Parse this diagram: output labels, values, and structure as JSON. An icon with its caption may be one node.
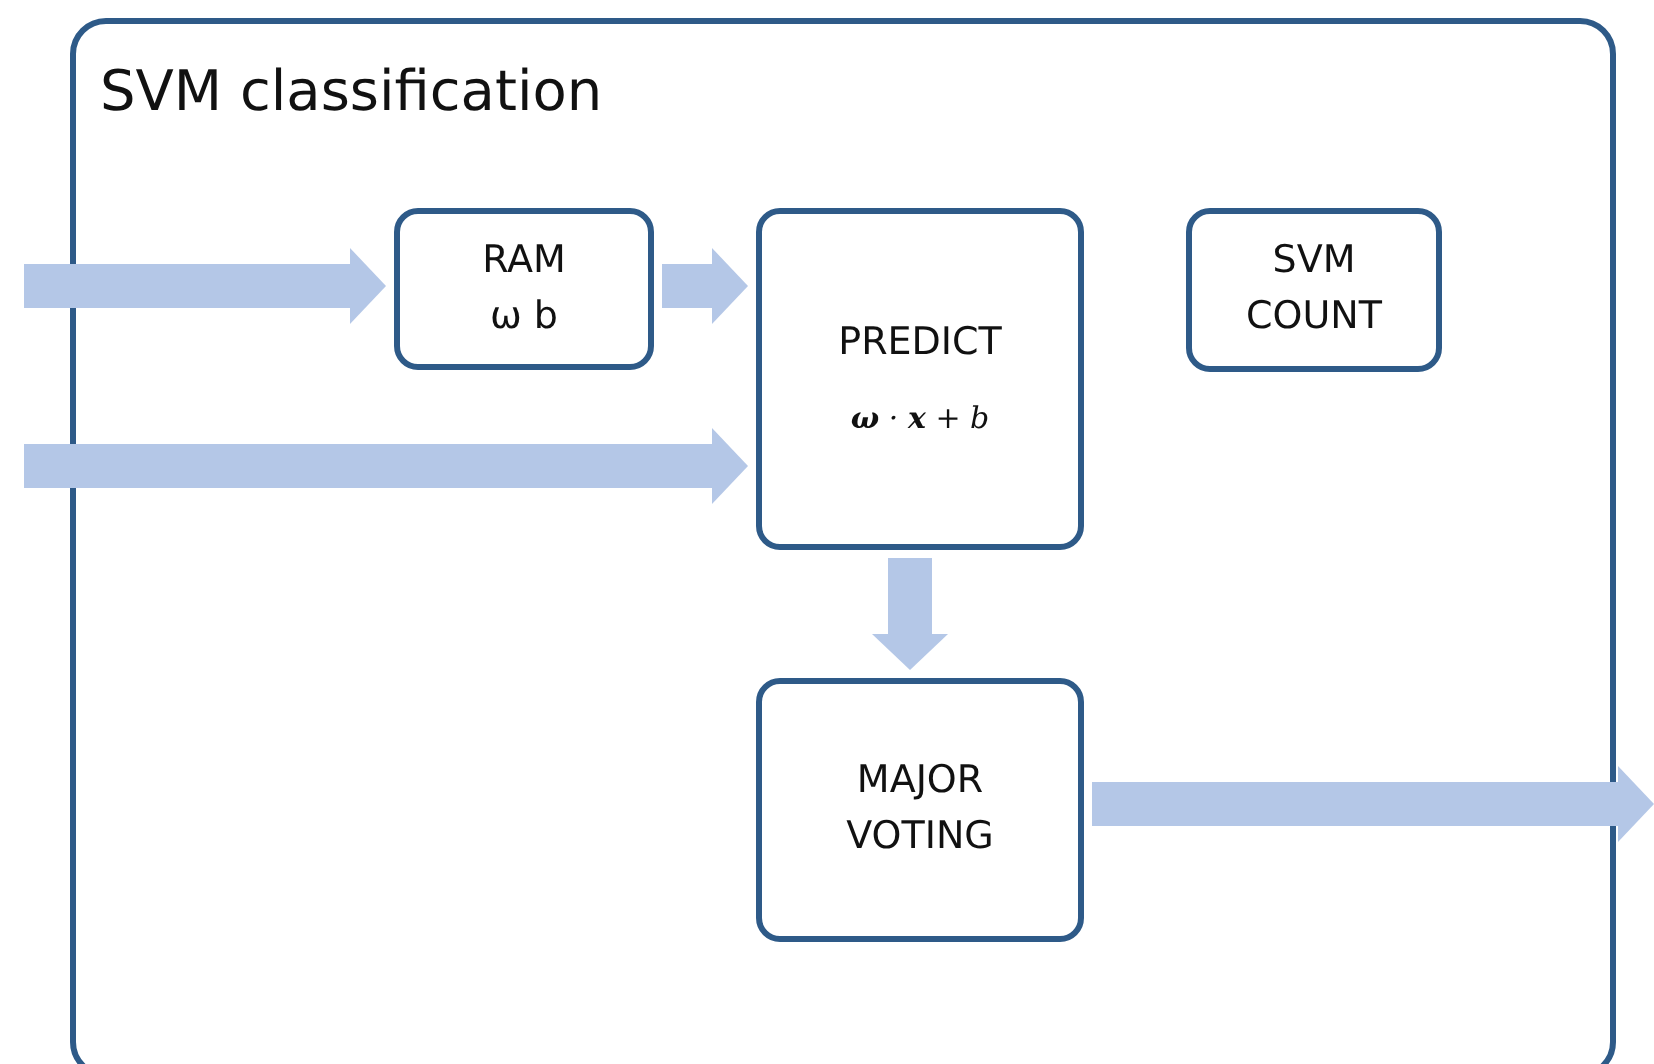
{
  "diagram": {
    "nodes": [
      {
        "text": [
          "SVM classification"
        ]
      },
      {
        "text": [
          "RAM ω b"
        ],
        "in": 0
      },
      {
        "text": [
          "PREDICT",
          "**ω** · **x** + b"
        ],
        "in": 0
      },
      {
        "text": [
          "SVM COUNT"
        ],
        "in": 0
      },
      {
        "text": [
          "MAJOR VOTING"
        ],
        "in": 0
      }
    ],
    "edges": [
      {
        "from": null,
        "to": 1,
        "arrow": "to"
      },
      {
        "from": 1,
        "to": 2,
        "arrow": "to"
      },
      {
        "from": null,
        "to": 2,
        "arrow": "to"
      },
      {
        "from": 2,
        "to": 4,
        "arrow": "to"
      },
      {
        "from": 4,
        "to": null,
        "arrow": "to"
      }
    ]
  }
}
